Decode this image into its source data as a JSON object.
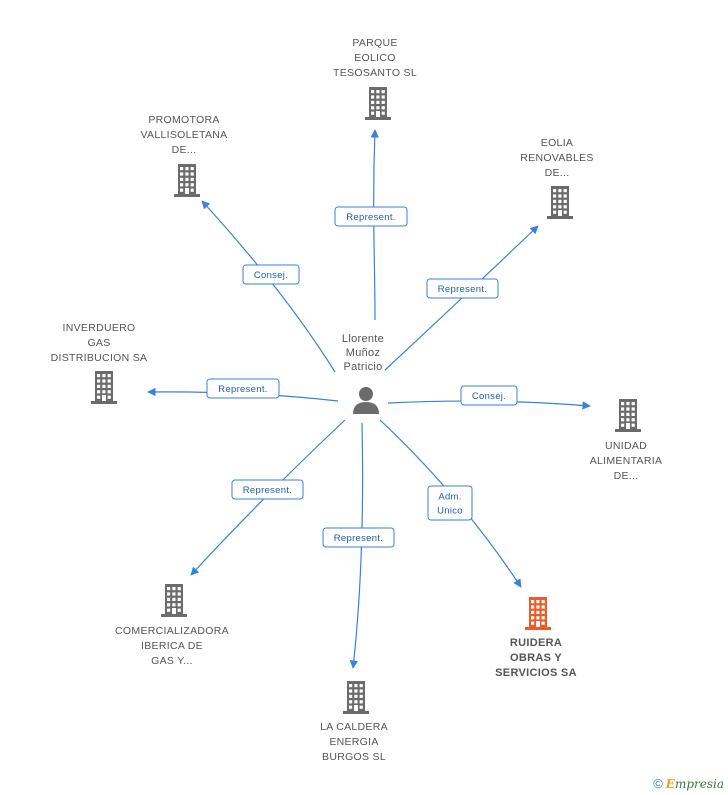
{
  "center": {
    "name_lines": [
      "Llorente",
      "Muñoz",
      "Patricio"
    ],
    "icon": "person-icon"
  },
  "companies": [
    {
      "id": "parque",
      "lines": [
        "PARQUE",
        "EOLICO",
        "TESOSANTO SL"
      ],
      "relation_lines": [
        "Represent."
      ],
      "highlight": false,
      "icon": "building-icon"
    },
    {
      "id": "eolia",
      "lines": [
        "EOLIA",
        "RENOVABLES",
        "DE..."
      ],
      "relation_lines": [
        "Represent."
      ],
      "highlight": false,
      "icon": "building-icon"
    },
    {
      "id": "promotora",
      "lines": [
        "PROMOTORA",
        "VALLISOLETANA",
        "DE..."
      ],
      "relation_lines": [
        "Consej."
      ],
      "highlight": false,
      "icon": "building-icon"
    },
    {
      "id": "inverduero",
      "lines": [
        "INVERDUERO",
        "GAS",
        "DISTRIBUCION SA"
      ],
      "relation_lines": [
        "Represent."
      ],
      "highlight": false,
      "icon": "building-icon"
    },
    {
      "id": "unidad",
      "lines": [
        "UNIDAD",
        "ALIMENTARIA",
        "DE..."
      ],
      "relation_lines": [
        "Consej."
      ],
      "highlight": false,
      "icon": "building-icon"
    },
    {
      "id": "comercializadora",
      "lines": [
        "COMERCIALIZADORA",
        "IBERICA DE",
        "GAS Y..."
      ],
      "relation_lines": [
        "Represent."
      ],
      "highlight": false,
      "icon": "building-icon"
    },
    {
      "id": "caldera",
      "lines": [
        "LA CALDERA",
        "ENERGIA",
        "BURGOS SL"
      ],
      "relation_lines": [
        "Represent."
      ],
      "highlight": false,
      "icon": "building-icon"
    },
    {
      "id": "ruidera",
      "lines": [
        "RUIDERA",
        "OBRAS Y",
        "SERVICIOS SA"
      ],
      "relation_lines": [
        "Adm.",
        "Unico"
      ],
      "highlight": true,
      "icon": "building-icon"
    }
  ],
  "colors": {
    "edge": "#3a82d6",
    "building": "#6b6b6b",
    "building_highlight": "#f05a28",
    "person": "#6b6b6b"
  },
  "footer": {
    "copyright": "©",
    "brand_initial": "E",
    "brand_rest": "mpresia"
  }
}
